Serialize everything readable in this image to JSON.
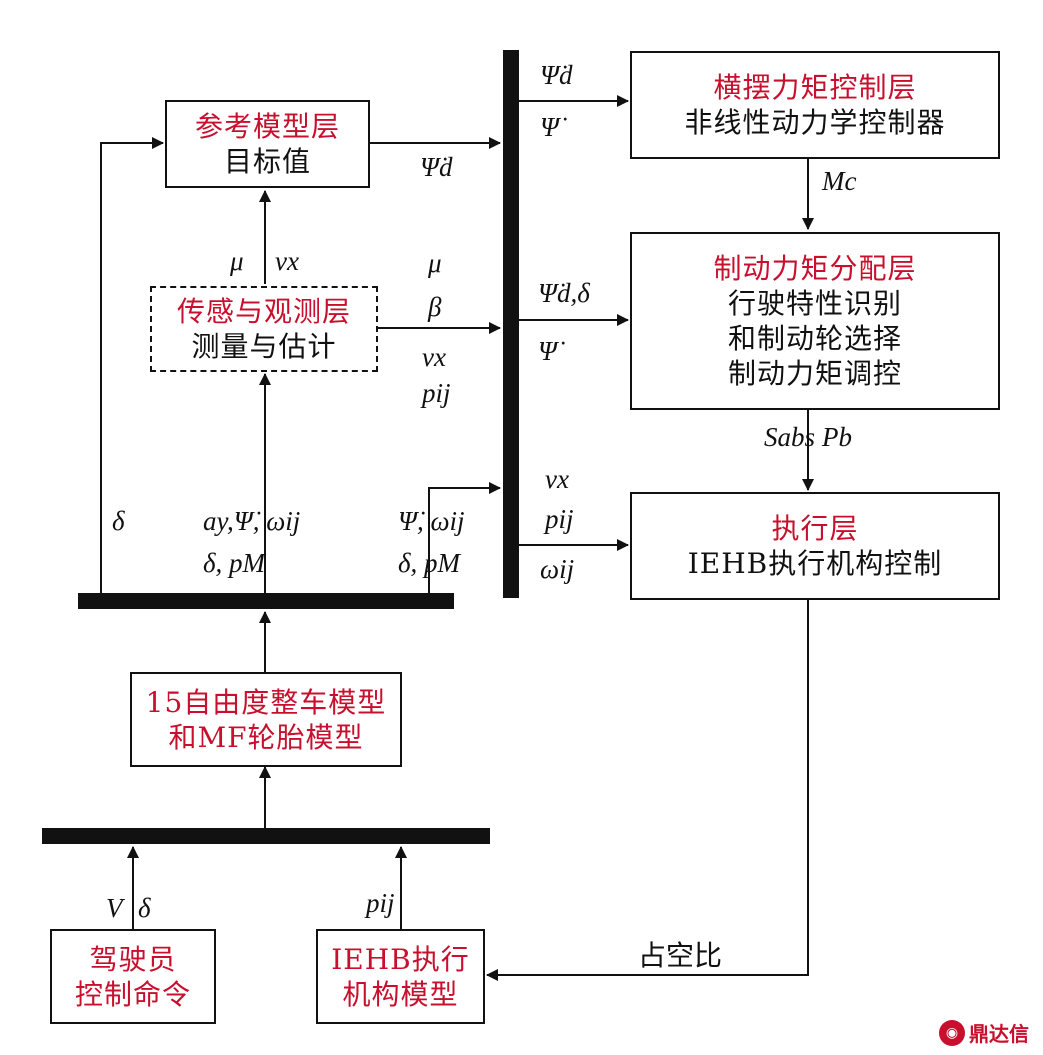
{
  "boxes": {
    "reference_model": {
      "title": "参考模型层",
      "lines": [
        "目标值"
      ]
    },
    "sensing": {
      "title": "传感与观测层",
      "lines": [
        "测量与估计"
      ]
    },
    "yaw_control": {
      "title": "横摆力矩控制层",
      "lines": [
        "非线性动力学控制器"
      ]
    },
    "brake_allocation": {
      "title": "制动力矩分配层",
      "lines": [
        "行驶特性识别",
        "和制动轮选择",
        "制动力矩调控"
      ]
    },
    "actuator": {
      "title": "执行层",
      "lines": [
        "IEHB执行机构控制"
      ]
    },
    "vehicle_model": {
      "title": "15自由度整车模型",
      "title2": "和MF轮胎模型"
    },
    "driver": {
      "title": "驾驶员",
      "title2": "控制命令"
    },
    "iehb_model": {
      "title": "IEHB执行",
      "title2": "机构模型"
    }
  },
  "labels": {
    "psi_d_top": "Ψ̇d",
    "psi_top": "Ψ̇",
    "psi_d_ref": "Ψ̇d",
    "mc": "Mc",
    "mu_left": "μ",
    "vx_left": "vx",
    "mu_mid": "μ",
    "beta_mid": "β",
    "vx_mid": "vx",
    "pij_mid": "pij",
    "psi_d_delta": "Ψ̇d,δ",
    "psi_mid": "Ψ̇",
    "s_abs": "Sabs",
    "pb": "Pb",
    "vx_act": "vx",
    "pij_act": "pij",
    "omega_act": "ωij",
    "delta_left": "δ",
    "ay_line": "ay,Ψ̇, ωij",
    "delta_pm1": "δ, pM",
    "psi_omega": "Ψ̇, ωij",
    "delta_pm2": "δ, pM",
    "v_label": "V",
    "delta_driver": "δ",
    "pij_bottom": "pij",
    "duty_cycle": "占空比"
  },
  "watermark": "鼎达信",
  "colors": {
    "accent": "#c8102e",
    "line": "#111111"
  }
}
